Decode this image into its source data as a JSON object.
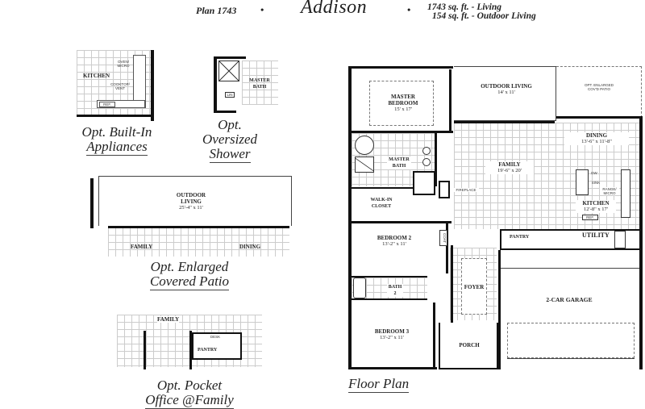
{
  "header": {
    "plan_number": "Plan 1743",
    "bullet": "•",
    "plan_name": "Addison",
    "living_sqft": "1743 sq. ft. - Living",
    "outdoor_sqft": "154 sq. ft. - Outdoor Living"
  },
  "options": {
    "built_in_appliances": {
      "caption_line1": "Opt. Built-In",
      "caption_line2": "Appliances",
      "labels": {
        "kitchen": "KITCHEN",
        "oven": "OVEN/ MICRO",
        "cooktop": "COOKTOP/ VENT",
        "ref": "REF."
      }
    },
    "oversized_shower": {
      "caption_line1": "Opt.",
      "caption_line2": "Oversized",
      "caption_line3": "Shower",
      "labels": {
        "master_bath": "MASTER BATH",
        "linen": "LIN"
      }
    },
    "enlarged_patio": {
      "caption_line1": "Opt. Enlarged",
      "caption_line2": "Covered Patio",
      "labels": {
        "outdoor_living": "OUTDOOR LIVING",
        "outdoor_dim": "25'-4\" x 11'",
        "family": "FAMILY",
        "dining": "DINING"
      }
    },
    "pocket_office": {
      "caption_line1": "Opt. Pocket",
      "caption_line2": "Office @Family",
      "labels": {
        "family": "FAMILY",
        "desk": "DESK",
        "pantry": "PANTRY"
      }
    }
  },
  "floor_plan": {
    "caption": "Floor Plan",
    "rooms": {
      "master_bedroom": {
        "name": "MASTER BEDROOM",
        "dim": "15' x 17'"
      },
      "outdoor_living": {
        "name": "OUTDOOR LIVING",
        "dim": "14' x 11'"
      },
      "opt_patio": {
        "name": "OPT. ENLARGED COV'D PATIO"
      },
      "dining": {
        "name": "DINING",
        "dim": "13'-6\" x 11'-8\""
      },
      "master_bath": {
        "name": "MASTER BATH"
      },
      "walk_in_closet": {
        "name": "WALK-IN CLOSET"
      },
      "fireplace": {
        "name": "FIREPLACE"
      },
      "family": {
        "name": "FAMILY",
        "dim": "19'-6\" x 20'"
      },
      "kitchen": {
        "name": "KITCHEN",
        "dim": "12'-8\" x 17'"
      },
      "kitchen_dw": "DW",
      "kitchen_sink": "SINK",
      "kitchen_range": "RANGE/ MICRO",
      "kitchen_ref": "REF.",
      "bedroom2": {
        "name": "BEDROOM 2",
        "dim": "13'-2\" x 11'"
      },
      "coat": "COAT",
      "pantry": "PANTRY",
      "utility": "UTILITY",
      "bath2": {
        "name": "BATH 2"
      },
      "foyer": {
        "name": "FOYER"
      },
      "garage": {
        "name": "2-CAR GARAGE"
      },
      "bedroom3": {
        "name": "BEDROOM 3",
        "dim": "13'-2\" x 11'"
      },
      "porch": {
        "name": "PORCH"
      }
    }
  }
}
